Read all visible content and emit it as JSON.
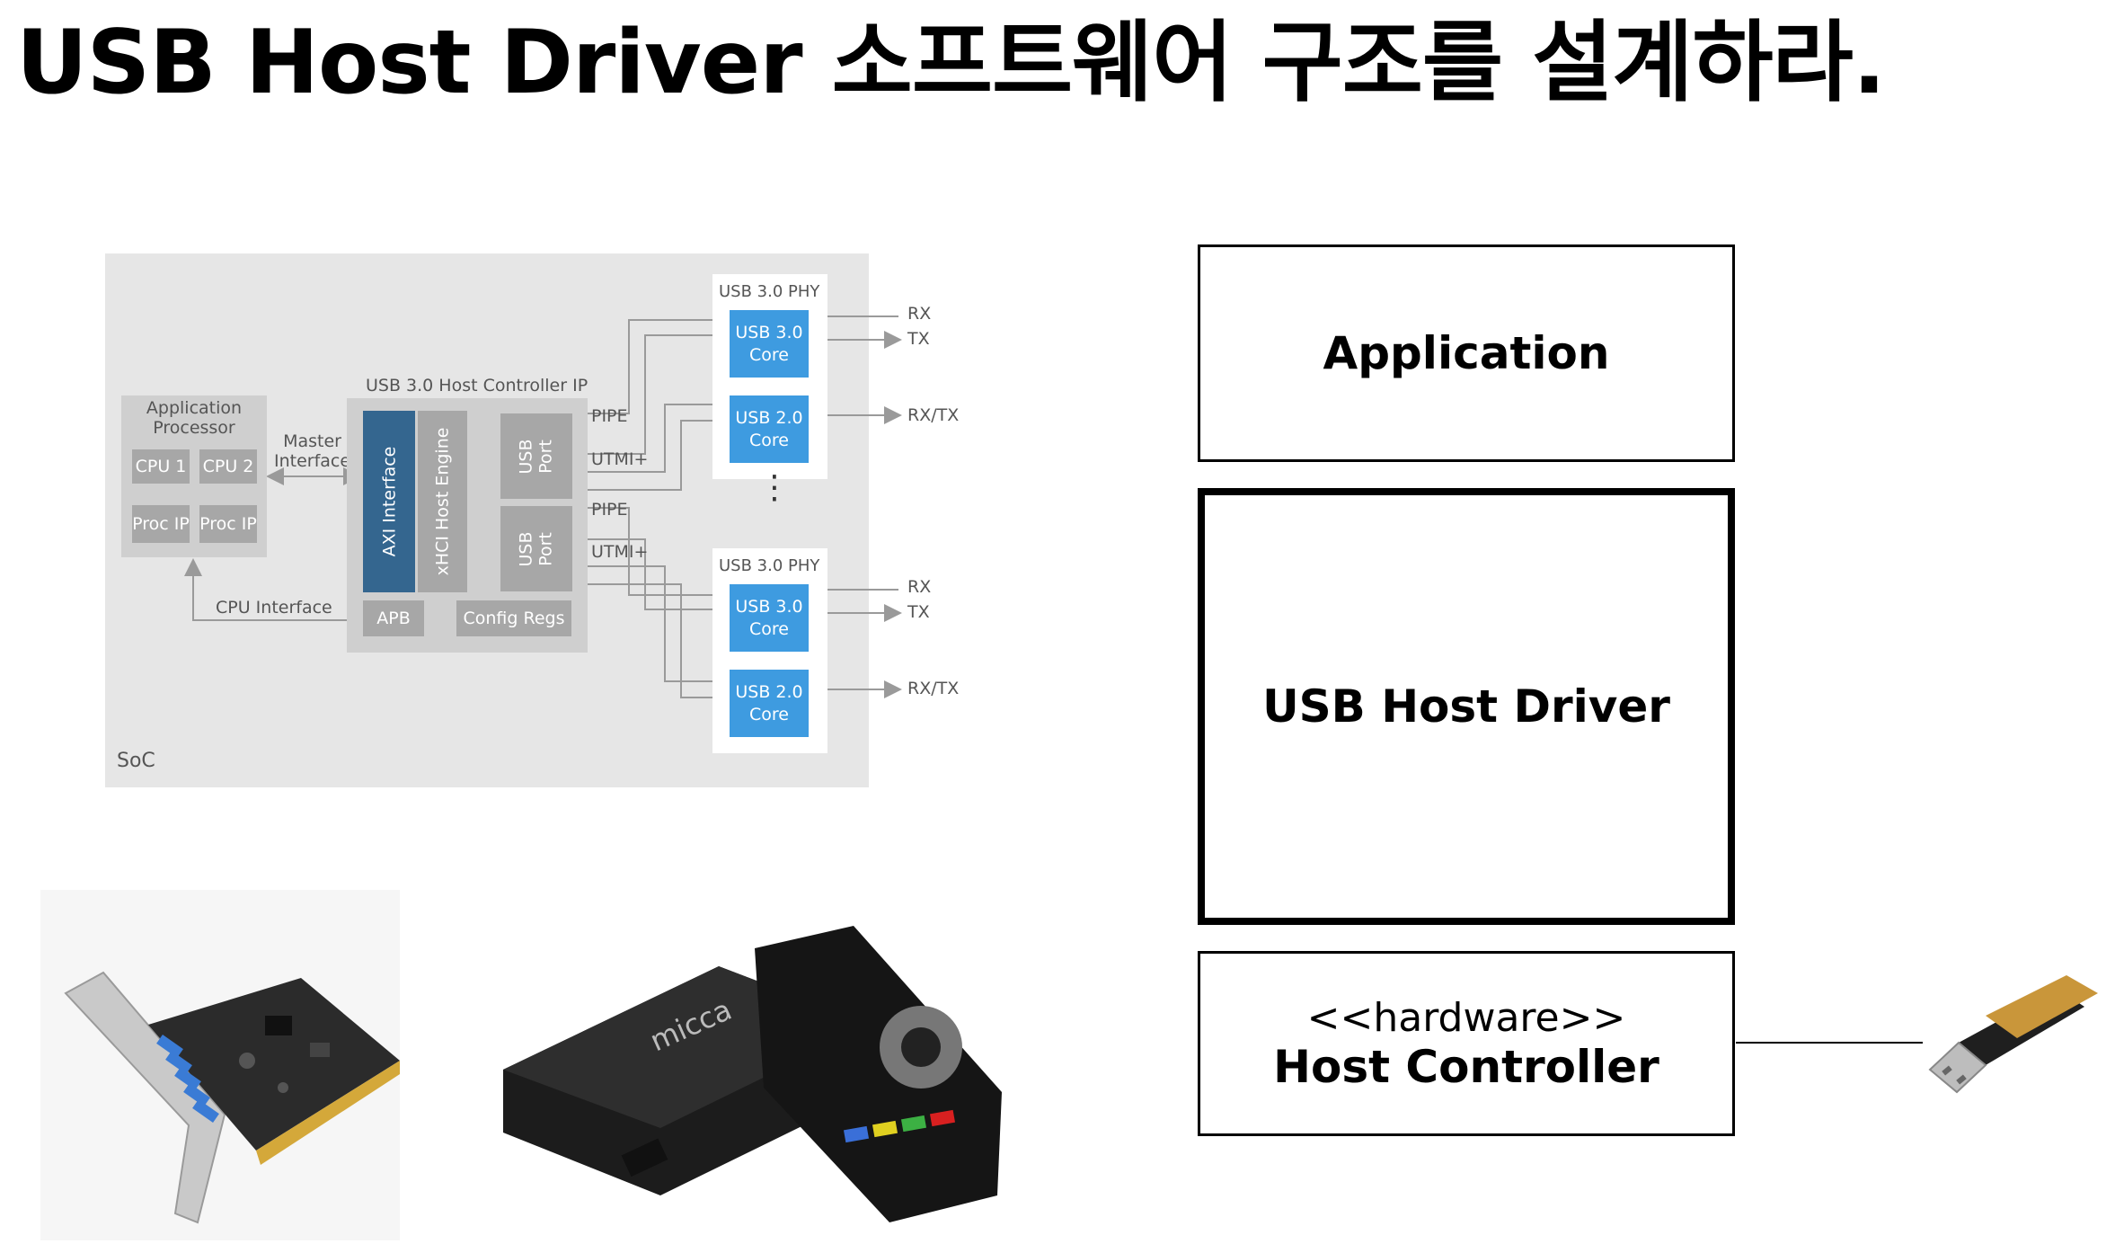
{
  "title": "USB Host Driver 소프트웨어 구조를 설계하라.",
  "soc_diagram": {
    "soc_label": "SoC",
    "app_processor": "Application\nProcessor",
    "cpu1": "CPU 1",
    "cpu2": "CPU 2",
    "proc_ip_1": "Proc IP",
    "proc_ip_2": "Proc IP",
    "master_interface": "Master\nInterface",
    "cpu_interface": "CPU Interface",
    "host_controller_ip": "USB 3.0 Host Controller IP",
    "axi_interface": "AXI Interface",
    "xhci_engine": "xHCI Host Engine",
    "usb_port_1": "USB\nPort",
    "usb_port_2": "USB\nPort",
    "apb": "APB",
    "config_regs": "Config Regs",
    "pipe_1": "PIPE",
    "utmi_1": "UTMI+",
    "pipe_2": "PIPE",
    "utmi_2": "UTMI+",
    "phy_top": "USB 3.0 PHY",
    "phy_bottom": "USB 3.0 PHY",
    "core_usb30_top": "USB 3.0\nCore",
    "core_usb20_top": "USB 2.0\nCore",
    "core_usb30_bottom": "USB 3.0\nCore",
    "core_usb20_bottom": "USB 2.0\nCore",
    "rx_1": "RX",
    "tx_1": "TX",
    "rxtx_1": "RX/TX",
    "rx_2": "RX",
    "tx_2": "TX",
    "rxtx_2": "RX/TX",
    "ellipsis": "⋮"
  },
  "layers": {
    "application": "Application",
    "driver": "USB Host Driver",
    "controller_stereotype": "<<hardware>>",
    "controller": "Host Controller"
  },
  "photos": {
    "micca_brand": "micca"
  }
}
